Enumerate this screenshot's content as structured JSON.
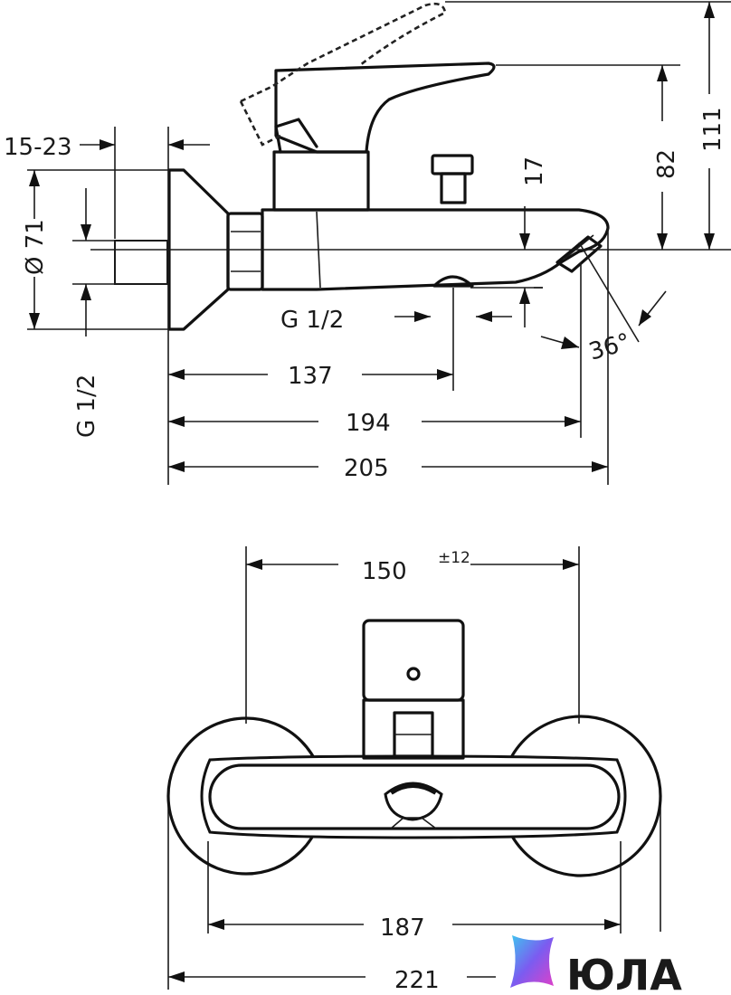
{
  "side_view": {
    "dim_15_23": "15-23",
    "dim_d71": "Ø 71",
    "dim_g12_vertical": "G 1/2",
    "dim_g12_horizontal": "G 1/2",
    "dim_137": "137",
    "dim_194": "194",
    "dim_205": "205",
    "dim_17": "17",
    "dim_82": "82",
    "dim_111": "111",
    "dim_36deg": "36°"
  },
  "front_view": {
    "dim_150": "150",
    "dim_tolerance": "±12",
    "dim_187": "187",
    "dim_221": "221"
  },
  "watermark": {
    "text": "ЮЛА",
    "logo_colors": [
      "#3ec6f0",
      "#7b5cf0",
      "#e040c8"
    ]
  }
}
